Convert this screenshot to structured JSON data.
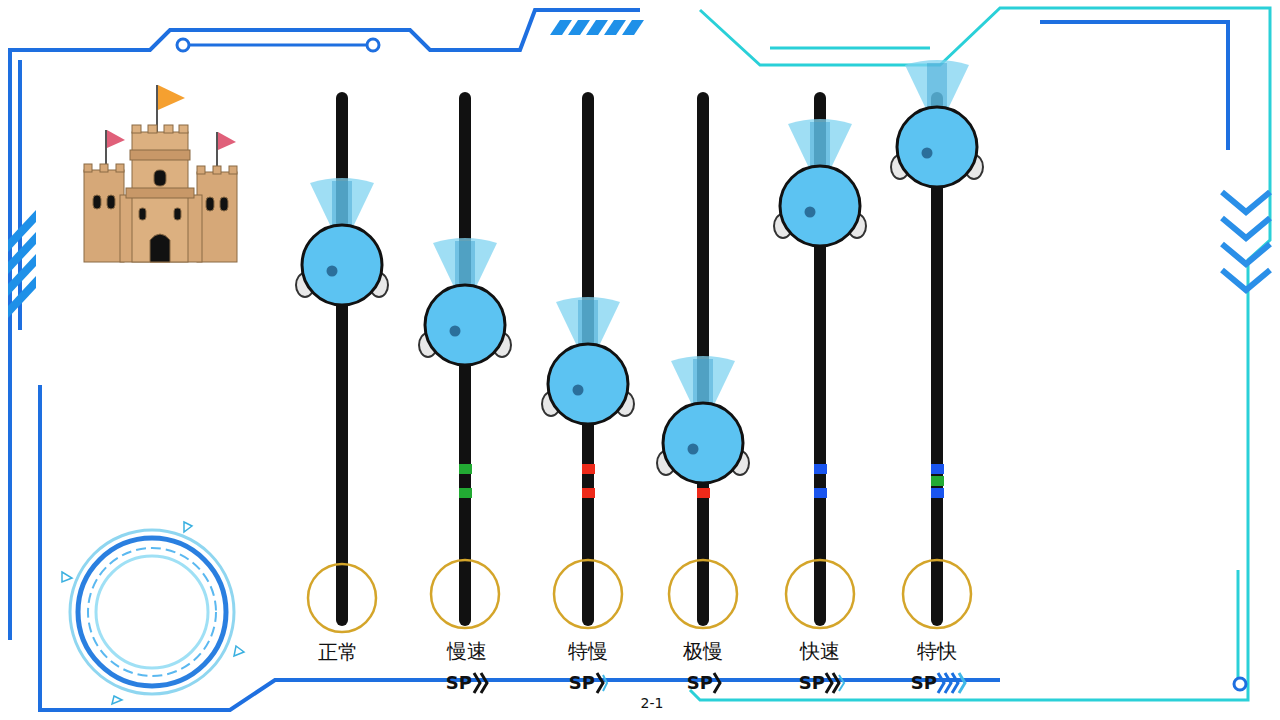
{
  "diagram": {
    "labels": [
      "正常",
      "慢速",
      "SP",
      "特慢",
      "SP",
      "极慢",
      "SP",
      "快速",
      "SP",
      "特快",
      "SP",
      "2-1"
    ]
  }
}
